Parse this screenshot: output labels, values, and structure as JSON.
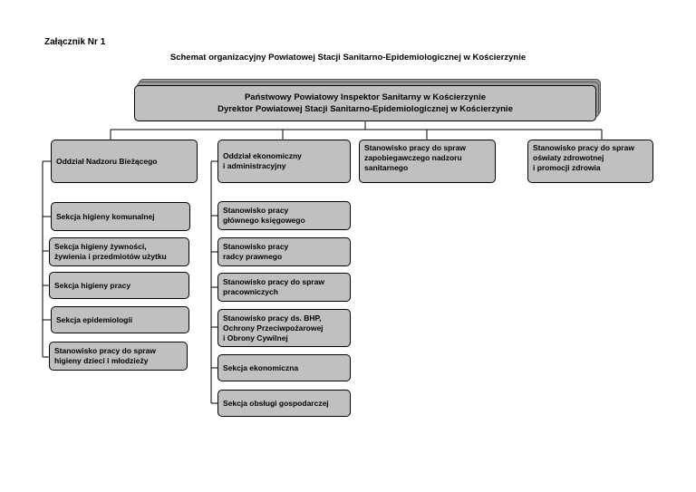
{
  "page": {
    "annex": "Załącznik Nr 1",
    "title": "Schemat organizacyjny Powiatowej Stacji Sanitarno-Epidemiologicznej w Kościerzynie"
  },
  "top": {
    "line1": "Państwowy Powiatowy Inspektor Sanitarny w Kościerzynie",
    "line2": "Dyrektor Powiatowej Stacji Sanitarno-Epidemiologicznej w Kościerzynie"
  },
  "departments": {
    "nadzor": "Oddział Nadzoru Bieżącego",
    "ekonomiczny": "Oddział ekonomiczny\ni administracyjny",
    "zapobiegawczy": "Stanowisko pracy do spraw\nzapobiegawczego nadzoru\nsanitarnego",
    "oswiata": "Stanowisko pracy do spraw\noświaty zdrowotnej\ni promocji zdrowia"
  },
  "nadzor_items": [
    "Sekcja higieny komunalnej",
    "Sekcja higieny żywności,\nżywienia i przedmiotów użytku",
    "Sekcja higieny pracy",
    "Sekcja epidemiologii",
    "Stanowisko pracy do spraw\nhigieny dzieci i młodzieży"
  ],
  "ekonomiczny_items": [
    "Stanowisko pracy\ngłównego księgowego",
    "Stanowisko pracy\nradcy prawnego",
    "Stanowisko pracy do spraw\npracowniczych",
    "Stanowisko pracy ds. BHP,\nOchrony Przeciwpożarowej\ni Obrony Cywilnej",
    "Sekcja ekonomiczna",
    "Sekcja obsługi gospodarczej"
  ]
}
